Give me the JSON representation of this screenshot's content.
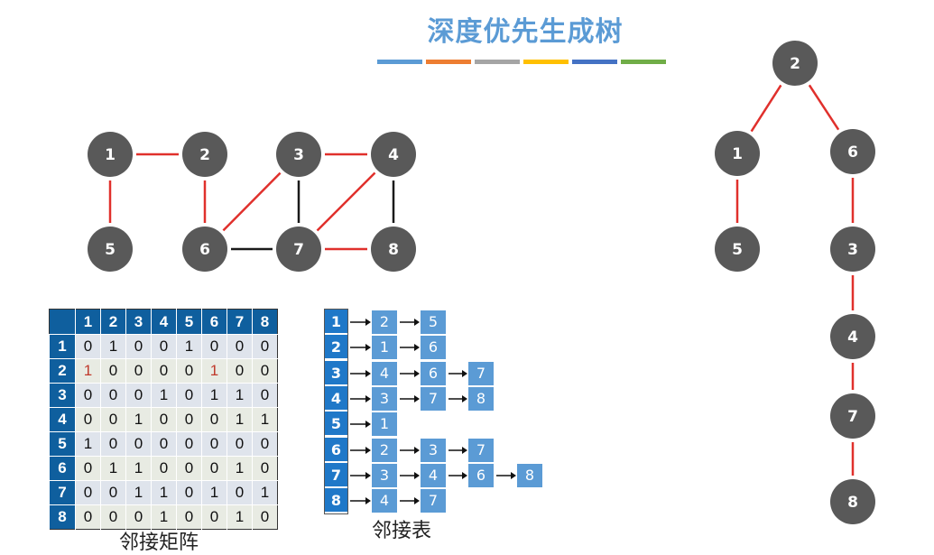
{
  "title": "深度优先生成树",
  "color_bar": [
    "#5b9bd5",
    "#ed7d31",
    "#a5a5a5",
    "#ffc000",
    "#4472c4",
    "#70ad47"
  ],
  "colors": {
    "node": "#595959",
    "tree_edge": "#e0302c",
    "other_edge": "#1a1a1a",
    "matrix_header": "#0f5f9e",
    "list_box": "#5b9bd5"
  },
  "graph": {
    "nodes": [
      "1",
      "2",
      "3",
      "4",
      "5",
      "6",
      "7",
      "8"
    ],
    "tree_edges": [
      [
        "1",
        "2"
      ],
      [
        "1",
        "5"
      ],
      [
        "2",
        "6"
      ],
      [
        "6",
        "3"
      ],
      [
        "3",
        "4"
      ],
      [
        "4",
        "7"
      ],
      [
        "7",
        "8"
      ]
    ],
    "other_edges": [
      [
        "3",
        "7"
      ],
      [
        "4",
        "8"
      ],
      [
        "6",
        "7"
      ]
    ]
  },
  "tree": {
    "nodes": [
      "2",
      "1",
      "6",
      "5",
      "3",
      "4",
      "7",
      "8"
    ],
    "edges": [
      [
        "2",
        "1"
      ],
      [
        "2",
        "6"
      ],
      [
        "1",
        "5"
      ],
      [
        "6",
        "3"
      ],
      [
        "3",
        "4"
      ],
      [
        "4",
        "7"
      ],
      [
        "7",
        "8"
      ]
    ]
  },
  "matrix": {
    "headers": [
      "1",
      "2",
      "3",
      "4",
      "5",
      "6",
      "7",
      "8"
    ],
    "rows": [
      [
        "0",
        "1",
        "0",
        "0",
        "1",
        "0",
        "0",
        "0"
      ],
      [
        "1",
        "0",
        "0",
        "0",
        "0",
        "1",
        "0",
        "0"
      ],
      [
        "0",
        "0",
        "0",
        "1",
        "0",
        "1",
        "1",
        "0"
      ],
      [
        "0",
        "0",
        "1",
        "0",
        "0",
        "0",
        "1",
        "1"
      ],
      [
        "1",
        "0",
        "0",
        "0",
        "0",
        "0",
        "0",
        "0"
      ],
      [
        "0",
        "1",
        "1",
        "0",
        "0",
        "0",
        "1",
        "0"
      ],
      [
        "0",
        "0",
        "1",
        "1",
        "0",
        "1",
        "0",
        "1"
      ],
      [
        "0",
        "0",
        "0",
        "1",
        "0",
        "0",
        "1",
        "0"
      ]
    ],
    "caption": "邻接矩阵"
  },
  "adj_list": {
    "heads": [
      "1",
      "2",
      "3",
      "4",
      "5",
      "6",
      "7",
      "8"
    ],
    "lists": [
      [
        "2",
        "5"
      ],
      [
        "1",
        "6"
      ],
      [
        "4",
        "6",
        "7"
      ],
      [
        "3",
        "7",
        "8"
      ],
      [
        "1"
      ],
      [
        "2",
        "3",
        "7"
      ],
      [
        "3",
        "4",
        "6",
        "8"
      ],
      [
        "4",
        "7"
      ]
    ],
    "caption": "邻接表"
  }
}
